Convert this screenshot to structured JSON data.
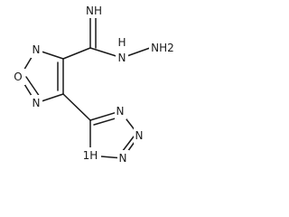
{
  "molecule": {
    "atoms": {
      "imine_nh": "NH",
      "hydrazine_nh": "N",
      "hydrazine_h": "H",
      "hydrazine_nh2": "NH2",
      "oxadiazole_n_top": "N",
      "oxadiazole_o": "O",
      "oxadiazole_n_bottom": "N",
      "tetrazole_n_right_top": "N",
      "tetrazole_n_right": "N",
      "tetrazole_n_bottom_left": "N",
      "tetrazole_nh_bottom": "1H"
    }
  }
}
